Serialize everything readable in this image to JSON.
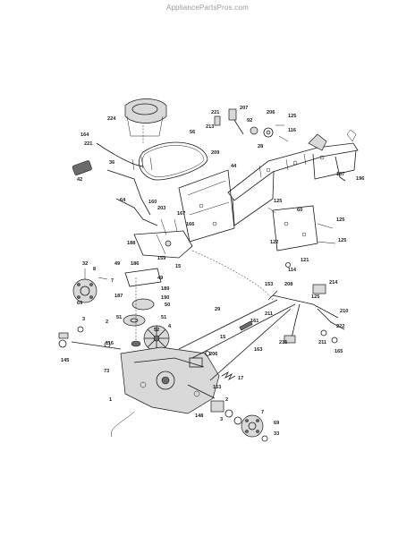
{
  "watermark": "AppliancePartsPros.com",
  "callouts": [
    {
      "id": "224",
      "text": "224"
    },
    {
      "id": "221a",
      "text": "221"
    },
    {
      "id": "213",
      "text": "213"
    },
    {
      "id": "207",
      "text": "207"
    },
    {
      "id": "92",
      "text": "92"
    },
    {
      "id": "206",
      "text": "206"
    },
    {
      "id": "125a",
      "text": "125"
    },
    {
      "id": "116",
      "text": "116"
    },
    {
      "id": "164a",
      "text": "164"
    },
    {
      "id": "221b",
      "text": "221"
    },
    {
      "id": "56",
      "text": "56"
    },
    {
      "id": "209",
      "text": "209"
    },
    {
      "id": "44",
      "text": "44"
    },
    {
      "id": "28",
      "text": "28"
    },
    {
      "id": "42",
      "text": "42"
    },
    {
      "id": "36",
      "text": "36"
    },
    {
      "id": "107",
      "text": "107"
    },
    {
      "id": "196",
      "text": "196"
    },
    {
      "id": "64",
      "text": "64"
    },
    {
      "id": "160",
      "text": "160"
    },
    {
      "id": "203",
      "text": "203"
    },
    {
      "id": "167",
      "text": "167"
    },
    {
      "id": "166",
      "text": "166"
    },
    {
      "id": "125b",
      "text": "125"
    },
    {
      "id": "60",
      "text": "60"
    },
    {
      "id": "125c",
      "text": "125"
    },
    {
      "id": "188",
      "text": "188"
    },
    {
      "id": "122",
      "text": "122"
    },
    {
      "id": "125d",
      "text": "125"
    },
    {
      "id": "159",
      "text": "159"
    },
    {
      "id": "15a",
      "text": "15"
    },
    {
      "id": "121",
      "text": "121"
    },
    {
      "id": "114",
      "text": "114"
    },
    {
      "id": "32",
      "text": "32"
    },
    {
      "id": "49",
      "text": "49"
    },
    {
      "id": "186",
      "text": "186"
    },
    {
      "id": "8",
      "text": "8"
    },
    {
      "id": "7a",
      "text": "7"
    },
    {
      "id": "49b",
      "text": "49"
    },
    {
      "id": "189",
      "text": "189"
    },
    {
      "id": "69a",
      "text": "69"
    },
    {
      "id": "187",
      "text": "187"
    },
    {
      "id": "190",
      "text": "190"
    },
    {
      "id": "153a",
      "text": "153"
    },
    {
      "id": "208",
      "text": "208"
    },
    {
      "id": "214",
      "text": "214"
    },
    {
      "id": "125e",
      "text": "125"
    },
    {
      "id": "50",
      "text": "50"
    },
    {
      "id": "211a",
      "text": "211"
    },
    {
      "id": "210",
      "text": "210"
    },
    {
      "id": "3a",
      "text": "3"
    },
    {
      "id": "2a",
      "text": "2"
    },
    {
      "id": "51a",
      "text": "51"
    },
    {
      "id": "51b",
      "text": "51"
    },
    {
      "id": "29",
      "text": "29"
    },
    {
      "id": "161",
      "text": "161"
    },
    {
      "id": "4",
      "text": "4"
    },
    {
      "id": "52",
      "text": "52"
    },
    {
      "id": "222",
      "text": "222"
    },
    {
      "id": "15b",
      "text": "15"
    },
    {
      "id": "215",
      "text": "215"
    },
    {
      "id": "211b",
      "text": "211"
    },
    {
      "id": "165",
      "text": "165"
    },
    {
      "id": "116b",
      "text": "116"
    },
    {
      "id": "206b",
      "text": "206"
    },
    {
      "id": "163",
      "text": "163"
    },
    {
      "id": "145",
      "text": "145"
    },
    {
      "id": "73",
      "text": "73"
    },
    {
      "id": "17",
      "text": "17"
    },
    {
      "id": "153b",
      "text": "153"
    },
    {
      "id": "1",
      "text": "1"
    },
    {
      "id": "2b",
      "text": "2"
    },
    {
      "id": "148",
      "text": "148"
    },
    {
      "id": "3b",
      "text": "3"
    },
    {
      "id": "7b",
      "text": "7"
    },
    {
      "id": "69b",
      "text": "69"
    },
    {
      "id": "33",
      "text": "33"
    }
  ]
}
